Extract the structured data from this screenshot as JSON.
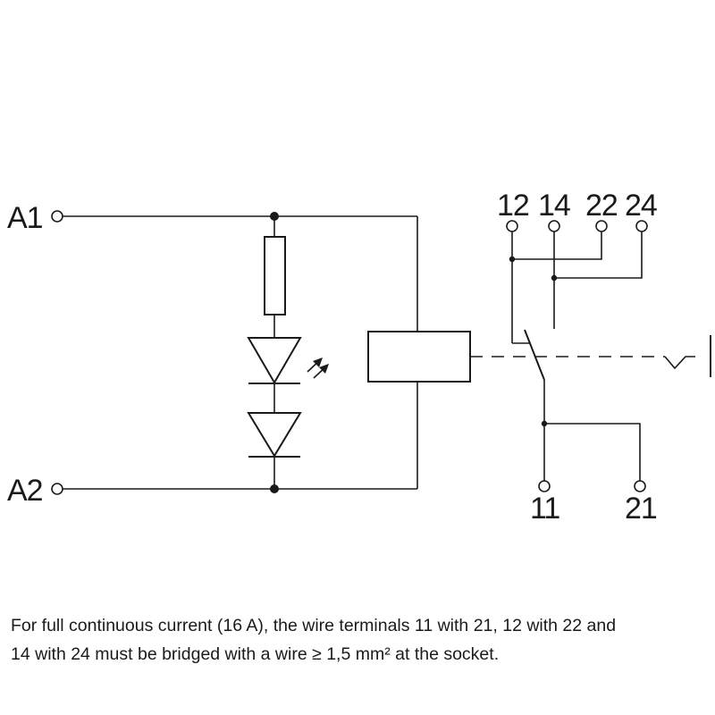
{
  "terminals": {
    "a1": "A1",
    "a2": "A2",
    "t12": "12",
    "t14": "14",
    "t22": "22",
    "t24": "24",
    "t11": "11",
    "t21": "21"
  },
  "note": {
    "line1": "For full continuous current (16 A), the wire terminals 11 with 21, 12 with 22 and",
    "line2": "14 with 24 must be bridged with a wire ≥ 1,5 mm² at the socket."
  }
}
